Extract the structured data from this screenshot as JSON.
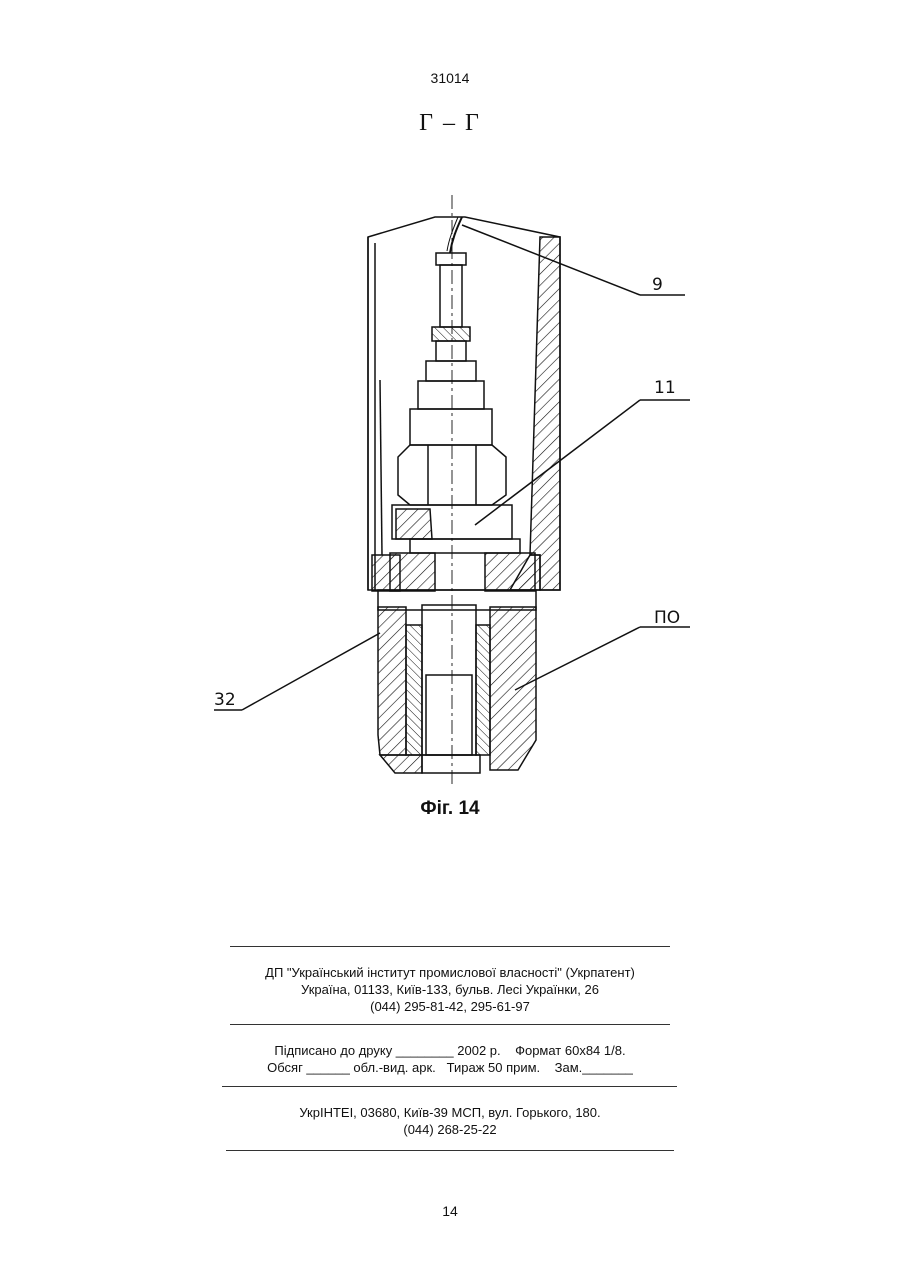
{
  "header": {
    "doc_number": "31014",
    "section": "Г – Г"
  },
  "figure": {
    "caption": "Фіг. 14",
    "labels": {
      "label_9": "9",
      "label_11": "11",
      "label_110": "ПО",
      "label_32": "32"
    }
  },
  "imprint": {
    "publisher": [
      "ДП \"Український інститут промислової власності\" (Укрпатент)",
      "Україна, 01133, Київ-133, бульв. Лесі Українки, 26",
      "(044) 295-81-42, 295-61-97"
    ],
    "print_info": [
      "Підписано до друку ________ 2002 р.    Формат 60х84 1/8.",
      "Обсяг ______ обл.-вид. арк.   Тираж 50 прим.    Зам._______"
    ],
    "printer": [
      "УкрІНТЕІ, 03680, Київ-39 МСП, вул. Горького, 180.",
      "(044) 268-25-22"
    ]
  },
  "footer": {
    "page_number": "14"
  }
}
